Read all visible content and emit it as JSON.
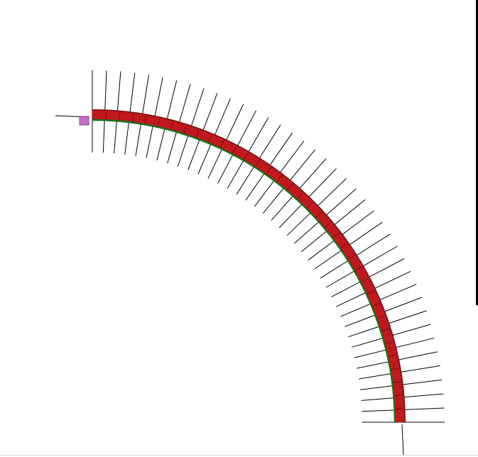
{
  "scene": {
    "background": "#ffffff",
    "beam": {
      "outer_color": "#c0181e",
      "inner_color": "#1a6e1a",
      "outline_color": "#7a0c10",
      "segments": 36
    },
    "normals": {
      "color": "#000000",
      "count": 40
    },
    "marker": {
      "name": "square-marker",
      "color": "#c070c0",
      "border": "#8a3a8a"
    },
    "axis_lines": {
      "color": "#000000"
    }
  }
}
